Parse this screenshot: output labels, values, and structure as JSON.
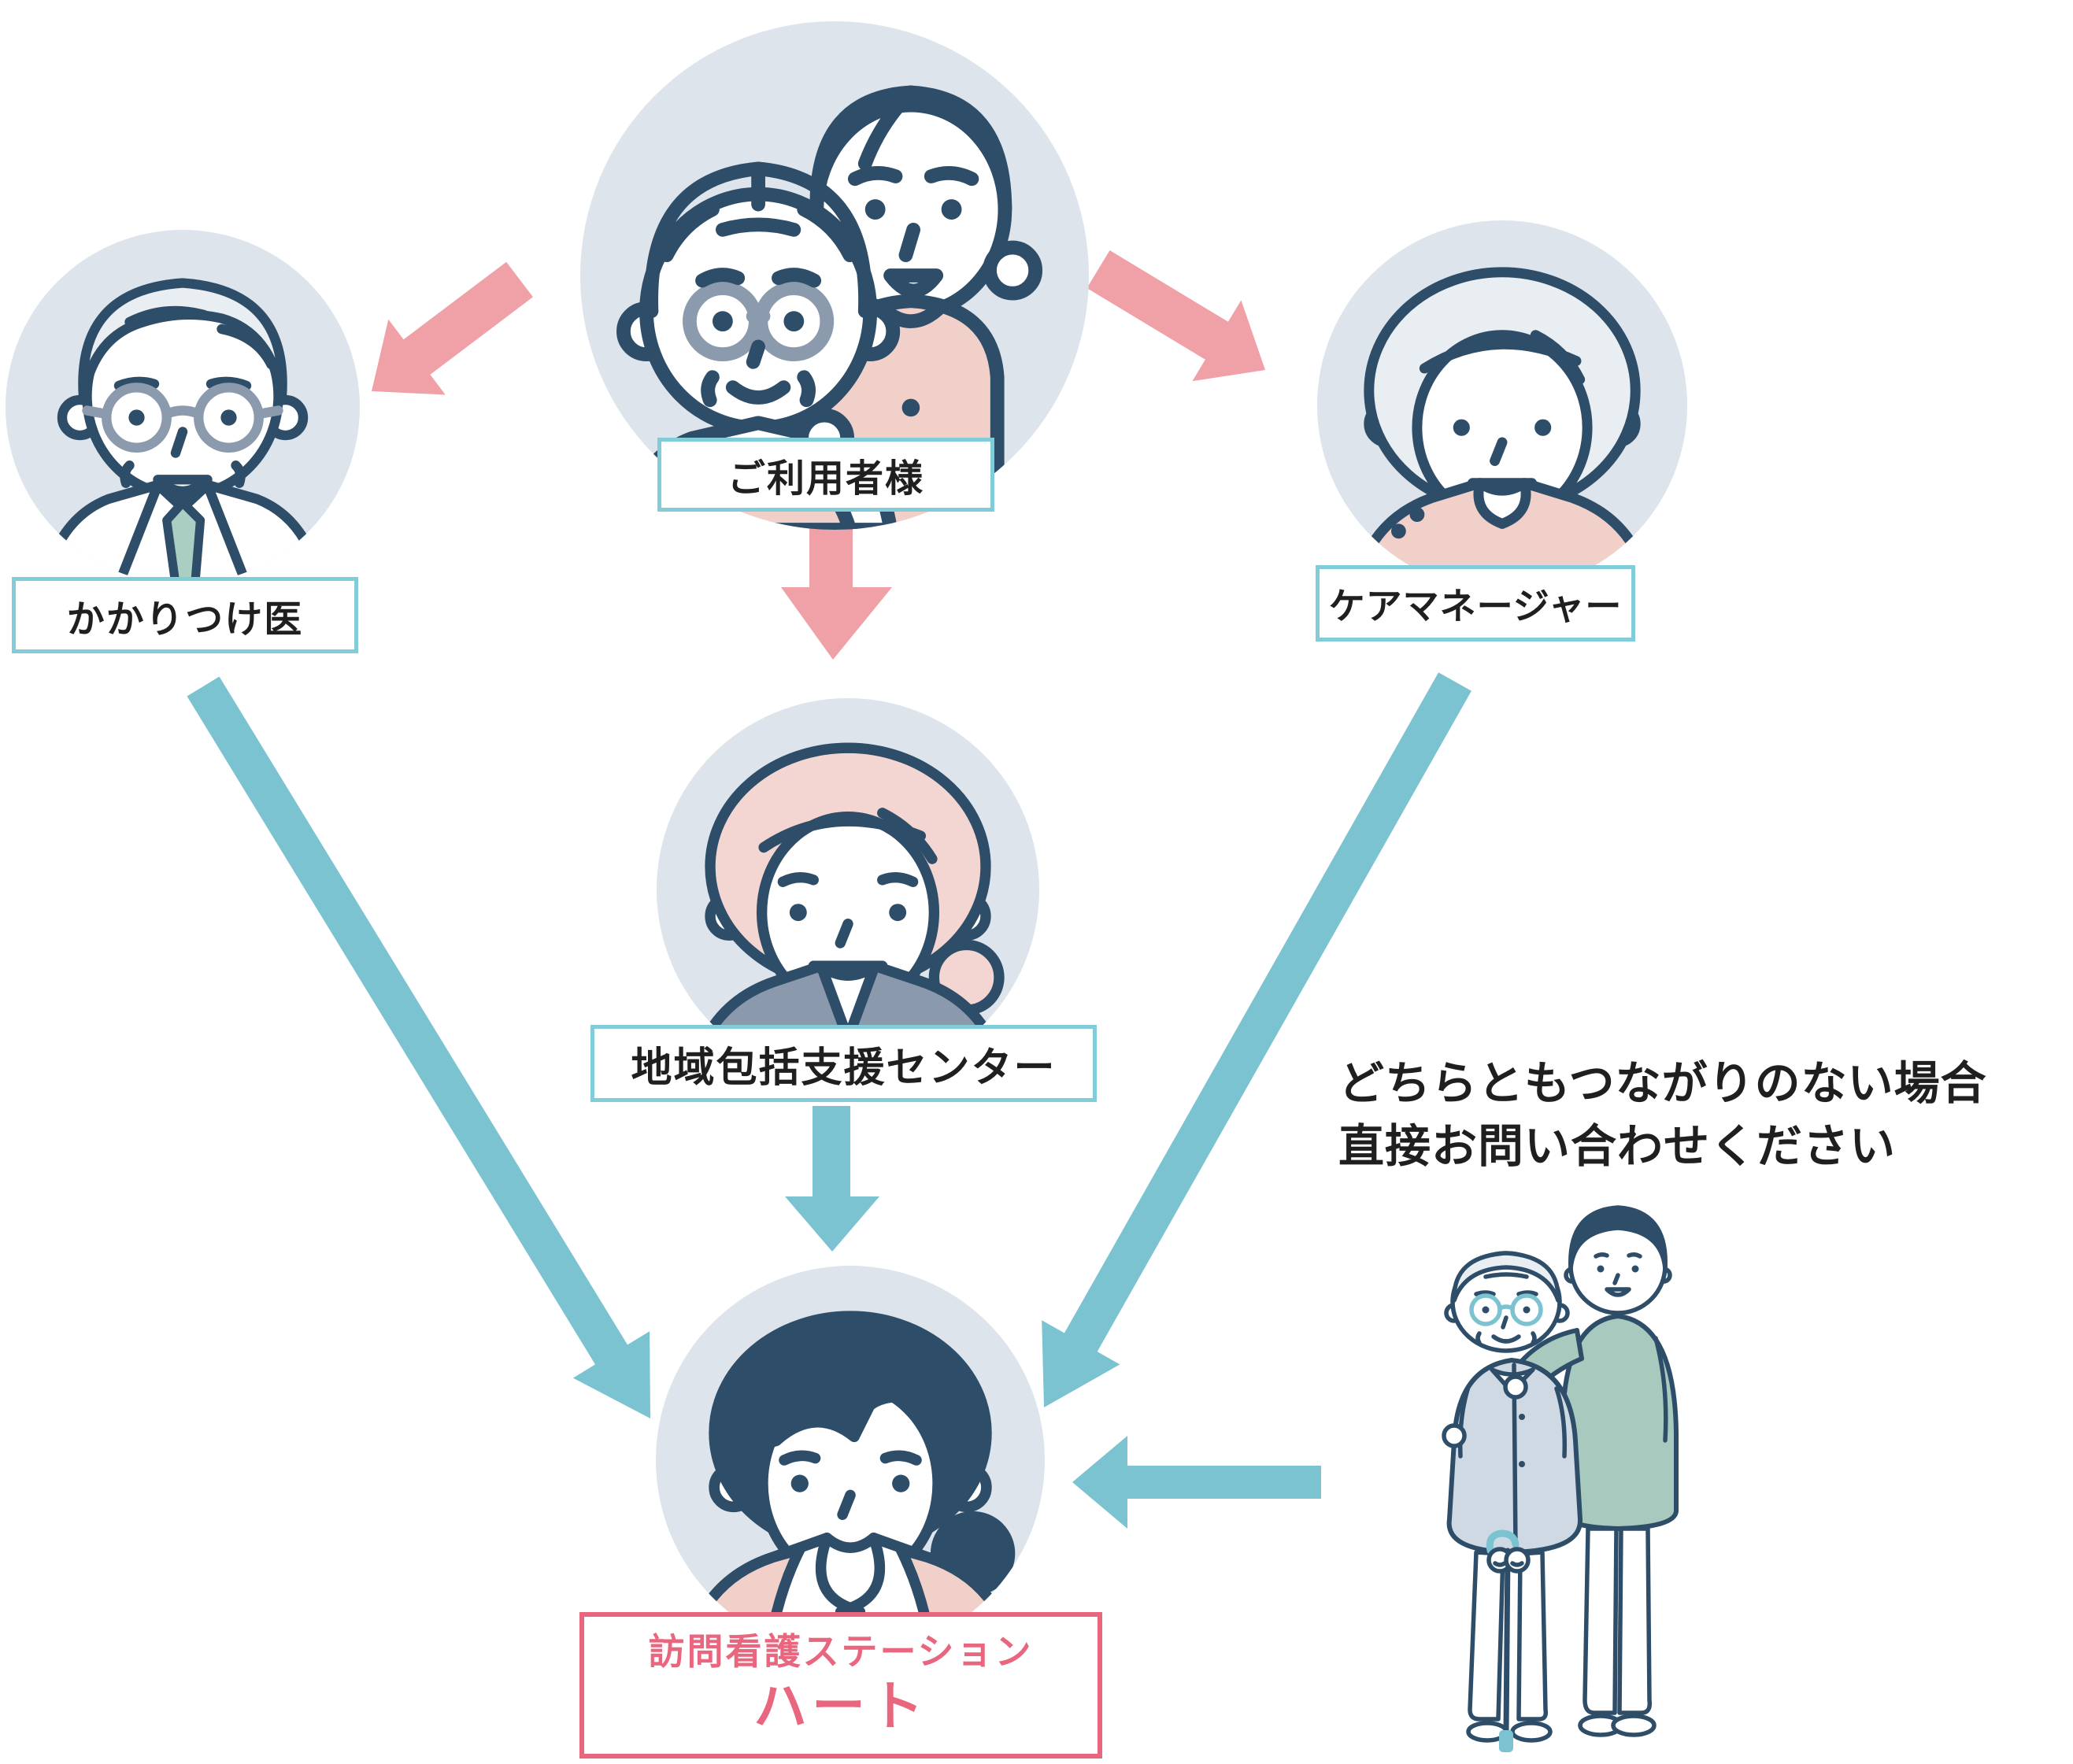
{
  "nodes": {
    "user": {
      "label": "ご利用者様"
    },
    "doctor": {
      "label": "かかりつけ医"
    },
    "care_manager": {
      "label": "ケアマネージャー"
    },
    "support_center": {
      "label": "地域包括支援センター"
    },
    "station": {
      "line1": "訪問看護ステーション",
      "line2": "ハート"
    }
  },
  "note": {
    "line1": "どちらともつながりのない場合",
    "line2": "直接お問い合わせください"
  },
  "colors": {
    "outline_navy": "#2e4d68",
    "circle_bg": "#dde4ec",
    "arrow_pink": "#f0a1a7",
    "arrow_teal": "#7cc3d2",
    "label_border_teal": "#82cbd8",
    "station_pink": "#e9667f",
    "clothing_pink": "#f2d0ca",
    "hair_pink": "#f3d6d1",
    "vest_gray": "#8a99ac",
    "ribbon_mint": "#b7dbd0",
    "tie_teal": "#a9cfc3",
    "cardigan_blue_gray": "#cfd9e4",
    "sweater_sage": "#a8cabe"
  }
}
